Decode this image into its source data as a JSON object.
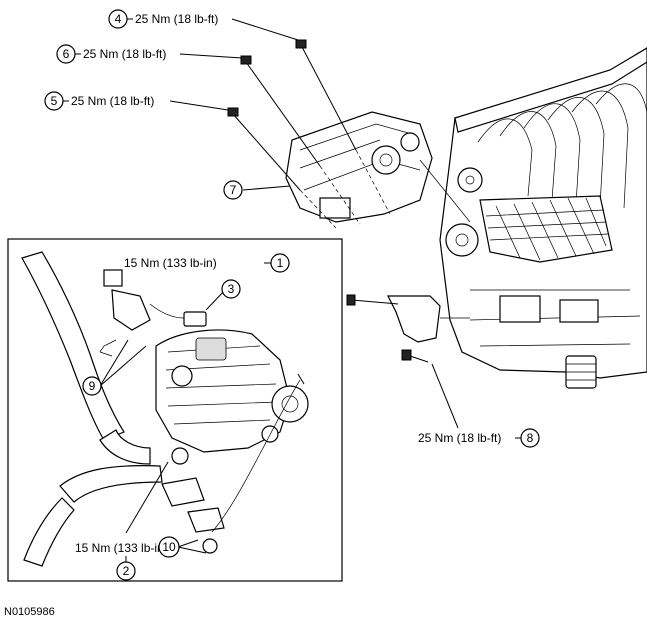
{
  "callouts": {
    "c1": {
      "num": "1",
      "text": "15 Nm (133 lb-in)"
    },
    "c2": {
      "num": "2",
      "text": "15 Nm (133 lb-in)"
    },
    "c3": {
      "num": "3"
    },
    "c4": {
      "num": "4",
      "text": "25 Nm (18 lb-ft)"
    },
    "c5": {
      "num": "5",
      "text": "25 Nm (18 lb-ft)"
    },
    "c6": {
      "num": "6",
      "text": "25 Nm (18 lb-ft)"
    },
    "c7": {
      "num": "7"
    },
    "c8": {
      "num": "8",
      "text": "25 Nm (18 lb-ft)"
    },
    "c9": {
      "num": "9"
    },
    "c10": {
      "num": "10"
    }
  },
  "figure_id": "N0105986"
}
